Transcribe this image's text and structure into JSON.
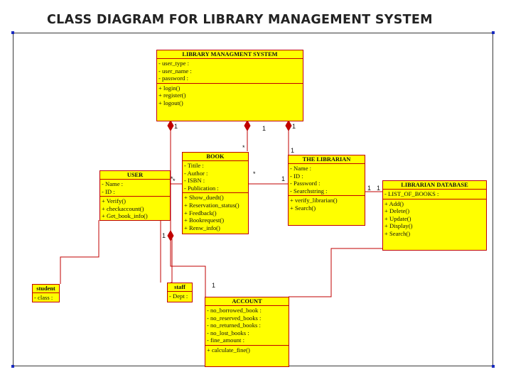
{
  "title": "CLASS DIAGRAM FOR LIBRARY MANAGEMENT SYSTEM",
  "colors": {
    "class_fill": "#ffff00",
    "class_border": "#c00000",
    "connector": "#c00000",
    "handle": "#1a2bbf"
  },
  "classes": {
    "lms": {
      "name": "LIBRARY MANAGMENT SYSTEM",
      "attributes": [
        "- user_type :",
        "- user_name :",
        "- password :"
      ],
      "operations": [
        "+ login()",
        "+ register()",
        "+ logout()"
      ]
    },
    "book": {
      "name": "BOOK",
      "attributes": [
        "- Titile :",
        "- Author :",
        "- ISBN :",
        "- Publication :"
      ],
      "operations": [
        "+ Show_duedt()",
        "+ Reservation_status()",
        "+ Feedback()",
        "+ Bookrequest()",
        "+ Renw_info()"
      ]
    },
    "librarian": {
      "name": "THE LIBRARIAN",
      "attributes": [
        "- Name :",
        "- ID :",
        "- Password :",
        "- Searchstring :"
      ],
      "operations": [
        "+ verify_librarian()",
        "+ Search()"
      ]
    },
    "user": {
      "name": "USER",
      "attributes": [
        "- Name :",
        "- ID :"
      ],
      "operations": [
        "+ Verify()",
        "+ checkaccount()",
        "+ Get_book_info()"
      ]
    },
    "librarian_db": {
      "name": "LIBRARIAN DATABASE",
      "attributes": [
        "- LIST_OF_BOOKS :"
      ],
      "operations": [
        "+ Add()",
        "+ Delete()",
        "+ Update()",
        "+ Display()",
        "+ Search()"
      ]
    },
    "student": {
      "name": "student",
      "attributes": [
        "- class :"
      ]
    },
    "staff": {
      "name": "staff",
      "attributes": [
        "- Dept :"
      ]
    },
    "account": {
      "name": "ACCOUNT",
      "attributes": [
        "- no_borrowed_book :",
        "- no_reserved_books :",
        "- no_returned_books :",
        "- no_lost_books :",
        "- fine_amount :"
      ],
      "operations": [
        "+ calculate_fine()"
      ]
    }
  },
  "multiplicities": {
    "lms_user": "1",
    "lms_book": "1",
    "lms_lib": "1",
    "book_top": "*",
    "book_left": "*",
    "user_right": "*",
    "book_lib_star": "*",
    "book_lib_one": "1",
    "lib_top": "1",
    "lib_db_1": "1",
    "lib_db_2": "1",
    "user_account": "1",
    "account_top": "1"
  }
}
